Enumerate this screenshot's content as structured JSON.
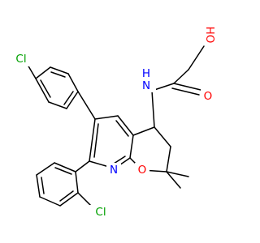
{
  "molecule": {
    "atoms": [
      {
        "id": "Cl1",
        "label": "Cl",
        "color": "#00a000"
      },
      {
        "id": "Cl2",
        "label": "Cl",
        "color": "#00a000"
      },
      {
        "id": "N_amide",
        "label": "N",
        "color": "#0000ff"
      },
      {
        "id": "H_amide",
        "label": "H",
        "color": "#0000ff"
      },
      {
        "id": "O_carbonyl",
        "label": "O",
        "color": "#ff0000"
      },
      {
        "id": "O_hydroxyl",
        "label": "OH",
        "color": "#ff0000"
      },
      {
        "id": "N_ring",
        "label": "N",
        "color": "#0000ff"
      },
      {
        "id": "O_ring",
        "label": "O",
        "color": "#ff0000"
      }
    ],
    "colors": {
      "bond": "#000000",
      "chlorine": "#00a000",
      "nitrogen": "#0000ff",
      "oxygen": "#ff0000"
    }
  }
}
